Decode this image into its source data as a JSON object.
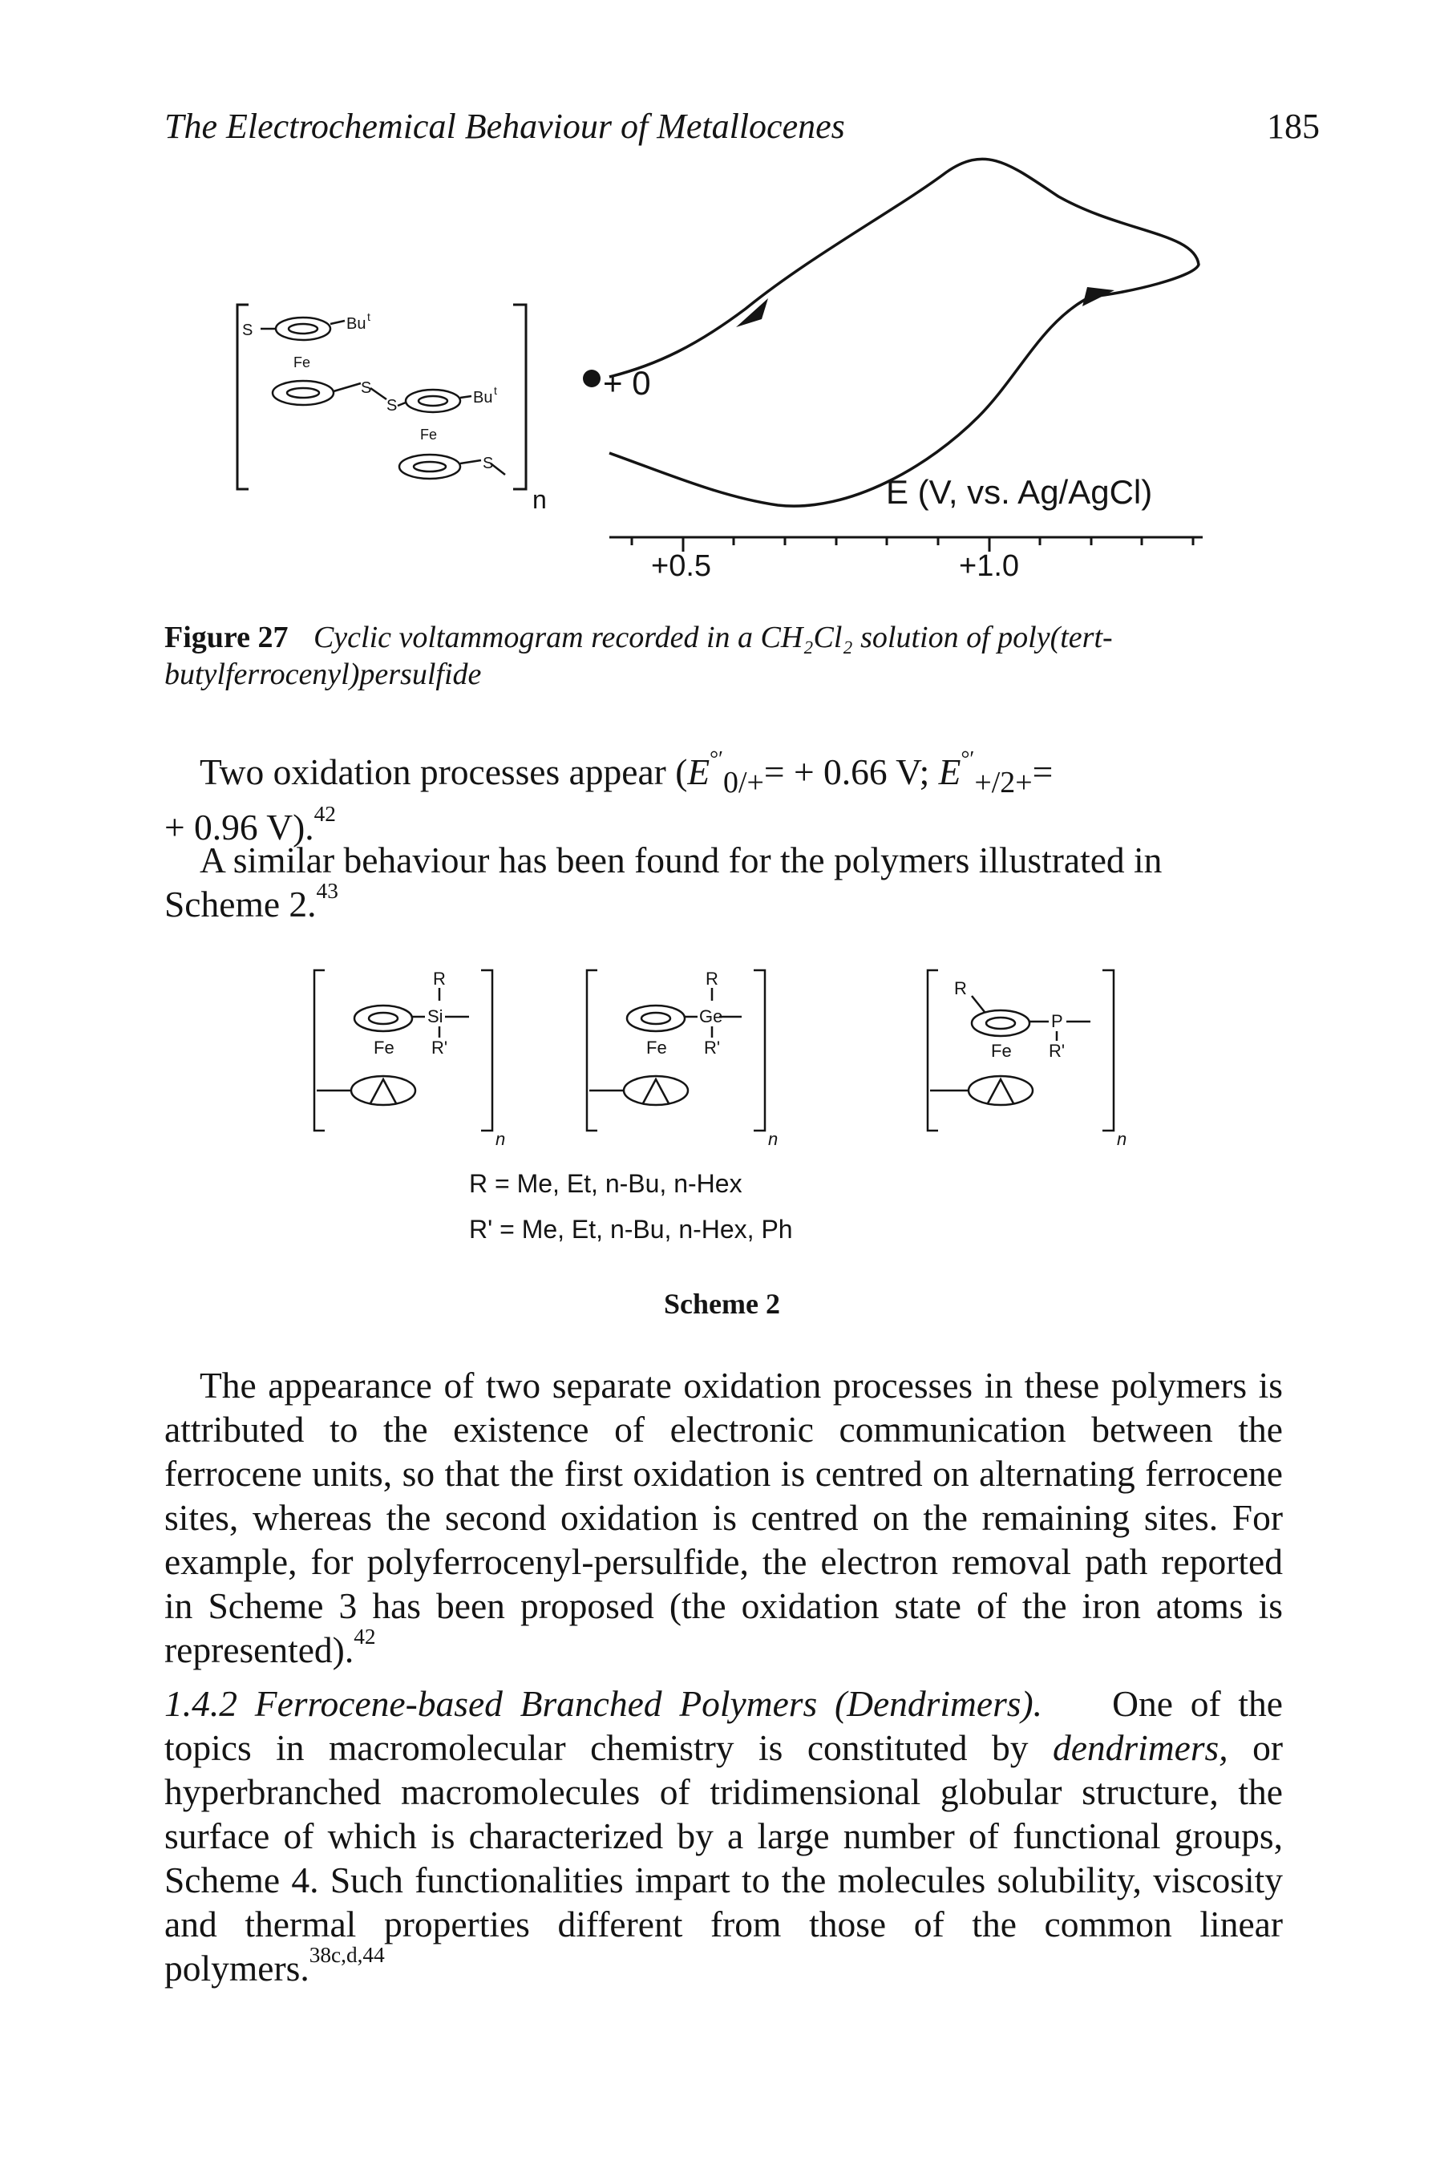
{
  "header": {
    "running_title": "The Electrochemical Behaviour of Metallocenes",
    "page_number": "185"
  },
  "figure27": {
    "label": "Figure 27",
    "caption": "Cyclic voltammogram recorded in a CH₂Cl₂ solution of poly(tert-butylferrocenyl)persulfide",
    "start_marker": "+ 0",
    "axis_label": "E (V, vs. Ag/AgCl)",
    "ticks": [
      "+0.5",
      "+1.0"
    ],
    "structure_labels": {
      "s1": "S",
      "but1": "Bu",
      "t1": "t",
      "fe1": "Fe",
      "s2": "S",
      "s3": "S",
      "but2": "Bu",
      "t2": "t",
      "fe2": "Fe",
      "s4": "S",
      "n": "n"
    }
  },
  "para1": {
    "text_a": "Two oxidation processes appear (",
    "e1_sub": "0/+",
    "e1_val": "= + 0.66 V; ",
    "e2_sub": "+/2+",
    "e2_val": "=",
    "line2": "+ 0.96 V).",
    "ref": "42",
    "sym": "E",
    "sup_sym": "°′"
  },
  "para2": {
    "text": "A similar behaviour has been found for the polymers illustrated in Scheme 2.",
    "ref": "43"
  },
  "scheme2": {
    "heteroatoms": [
      "Si",
      "Ge",
      "P"
    ],
    "r": "R",
    "r_prime": "R'",
    "fe": "Fe",
    "n": "n",
    "r_def": "R = Me, Et, n-Bu, n-Hex",
    "rp_def": "R' = Me, Et, n-Bu, n-Hex, Ph",
    "caption": "Scheme 2"
  },
  "para3": {
    "text": "The appearance of two separate oxidation processes in these polymers is attributed to the existence of electronic communication between the ferrocene units, so that the first oxidation is centred on alternating ferrocene sites, whereas the second oxidation is centred on the remaining sites. For example, for polyferrocenyl-persulfide, the electron removal path reported in Scheme 3 has been proposed (the oxidation state of the iron atoms is represented).",
    "ref": "42"
  },
  "section": {
    "heading": "1.4.2 Ferrocene-based Branched Polymers (Dendrimers).",
    "text_a": "One of the topics in macromolecular chemistry is constituted by ",
    "term": "dendrimers,",
    "text_b": " or hyperbranched macromolecules of tridimensional globular structure, the surface of which is characterized by a large number of functional groups, Scheme 4. Such functionalities impart to the molecules solubility, viscosity and thermal properties different from those of the common linear polymers.",
    "ref": "38c,d,44"
  }
}
